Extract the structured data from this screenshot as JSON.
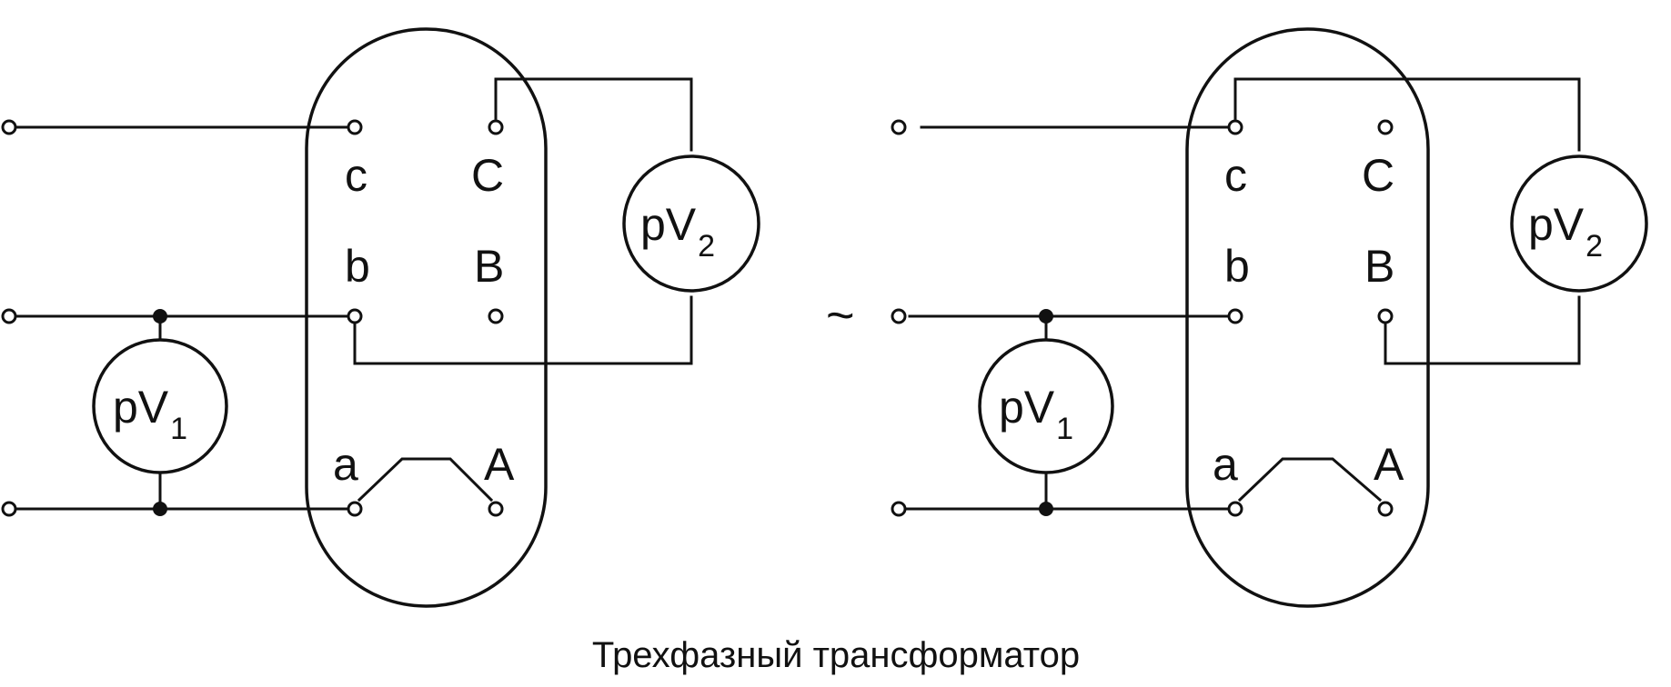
{
  "caption": "Трехфазный трансформатор",
  "ac_symbol": "~",
  "terminals": {
    "low": [
      "a",
      "b",
      "c"
    ],
    "high": [
      "A",
      "B",
      "C"
    ]
  },
  "meters": {
    "pv1": {
      "main": "pV",
      "sub": "1"
    },
    "pv2": {
      "main": "pV",
      "sub": "2"
    }
  }
}
